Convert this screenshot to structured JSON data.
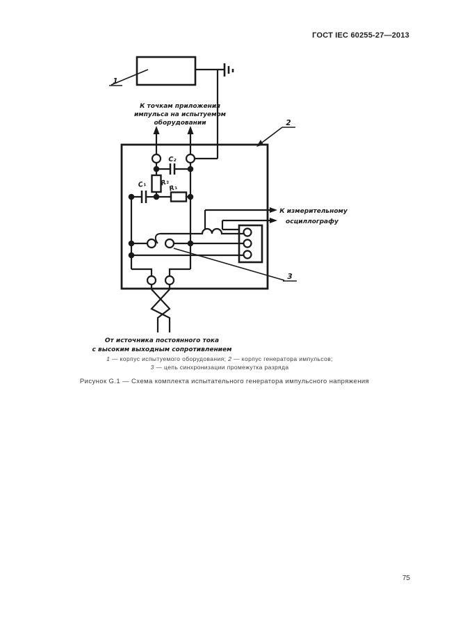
{
  "page": {
    "header_title": "ГОСТ IEC 60255-27—2013",
    "page_number": "75"
  },
  "diagram": {
    "top_note_line1": "К точкам приложения",
    "top_note_line2": "импульса на испытуемом",
    "top_note_line3": "оборудовании",
    "osc_note_line1": "К измерительному",
    "osc_note_line2": "осциллографу",
    "source_note_line1": "От источника постоянного тока",
    "source_note_line2": "с высоким выходным сопротивлением",
    "label_c1": "C₁",
    "label_c2": "C₂",
    "label_r1": "R₁",
    "label_r2": "R₂",
    "callout_1": "1",
    "callout_2": "2",
    "callout_3": "3",
    "line_color": "#1a1a1a"
  },
  "legend": {
    "item1_num": "1",
    "item1_text": " — корпус испытуемого оборудования; ",
    "item2_num": "2",
    "item2_text": " — корпус генератора импульсов;",
    "item3_num": "3",
    "item3_text": " — цепь синхронизации промежутка разряда"
  },
  "caption": "Рисунок G.1 — Схема комплекта испытательного генератора импульсного напряжения"
}
